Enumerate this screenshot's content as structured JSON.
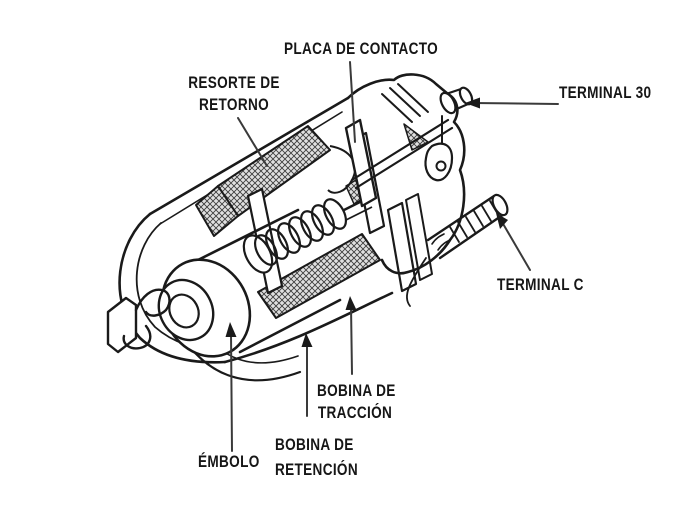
{
  "figure": {
    "type": "technical-cutaway-diagram",
    "subject": "starter solenoid cutaway with labeled parts",
    "colors": {
      "background": "#ffffff",
      "ink": "#1a1a1a",
      "leader_line": "#3a3a3a",
      "coil_hatch_fill": "#e0e0e0"
    }
  },
  "labels": {
    "placa_de_contacto": {
      "text": "PLACA DE CONTACTO"
    },
    "resorte_de_retorno": {
      "line1": "RESORTE DE",
      "line2": "RETORNO"
    },
    "terminal_30": {
      "text": "TERMINAL 30"
    },
    "terminal_c": {
      "text": "TERMINAL C"
    },
    "bobina_de_traccion": {
      "line1": "BOBINA DE",
      "line2": "TRACCIÓN"
    },
    "bobina_de_retencion": {
      "line1": "BOBINA DE",
      "line2": "RETENCIÓN"
    },
    "embolo": {
      "text": "ÉMBOLO"
    }
  }
}
